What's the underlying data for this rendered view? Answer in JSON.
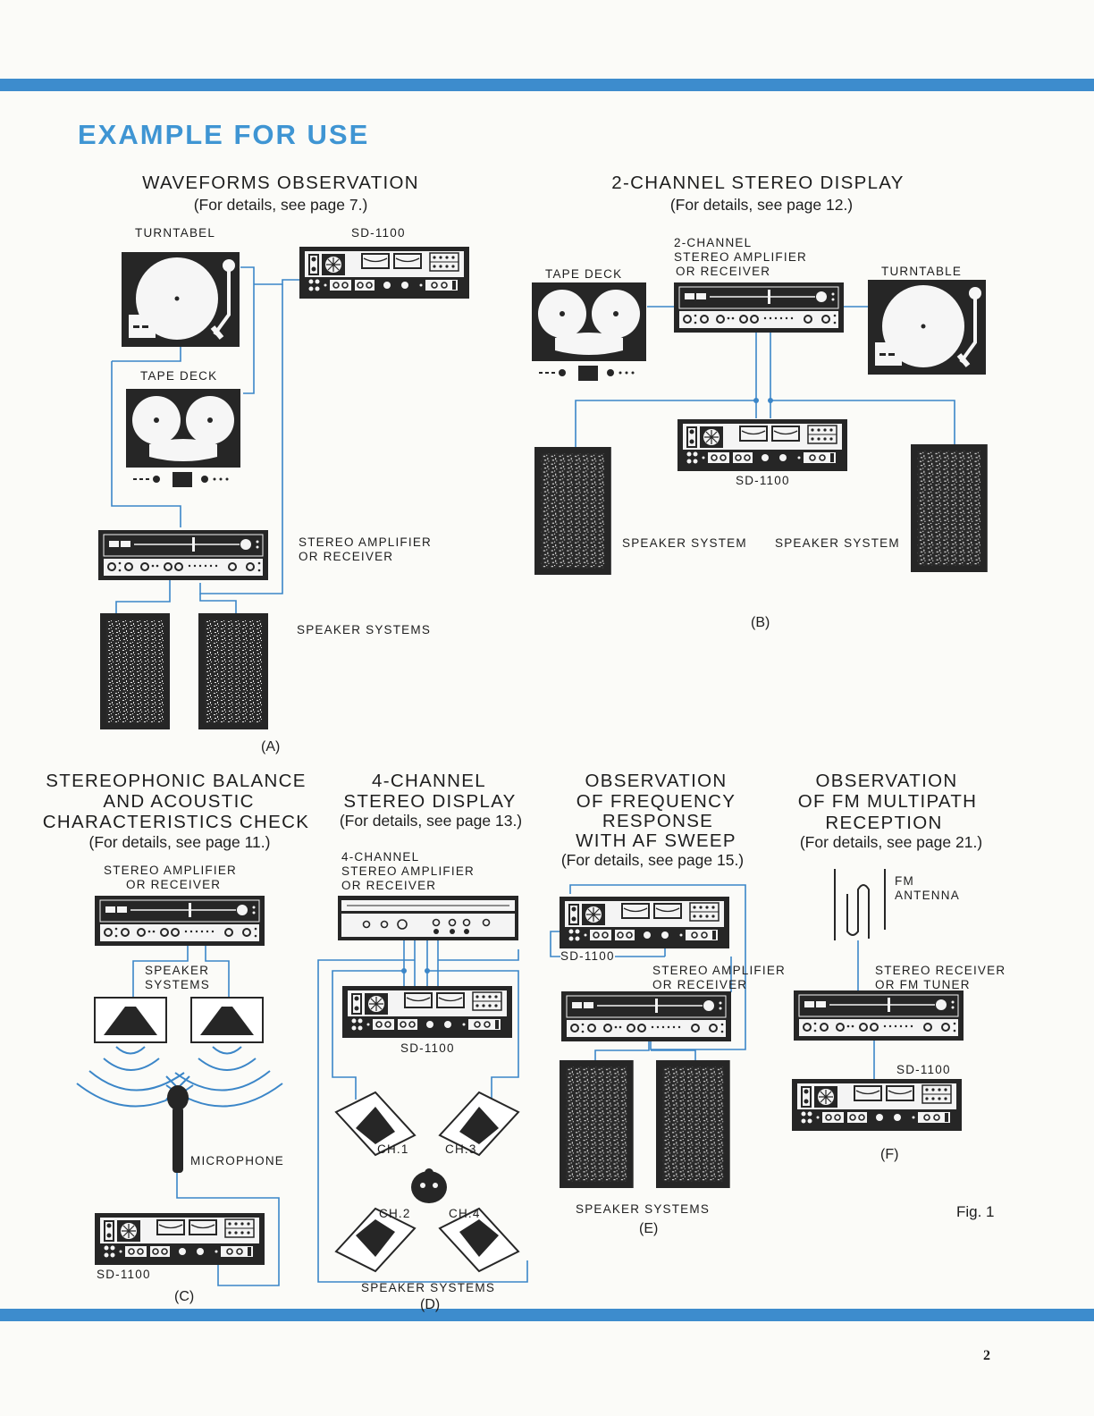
{
  "page": {
    "title": "EXAMPLE FOR USE",
    "page_number": "2",
    "figure_label": "Fig. 1",
    "colors": {
      "band": "#3d8ccd",
      "title": "#3f95d3",
      "wire": "#3b86c8"
    }
  },
  "panel_a": {
    "heading": "WAVEFORMS OBSERVATION",
    "details": "(For details, see page 7.)",
    "turntable": "TURNTABEL",
    "sd": "SD-1100",
    "tape_deck": "TAPE DECK",
    "amp_line1": "STEREO AMPLIFIER",
    "amp_line2": "OR RECEIVER",
    "speakers": "SPEAKER SYSTEMS",
    "label": "(A)"
  },
  "panel_b": {
    "heading": "2-CHANNEL STEREO DISPLAY",
    "details": "(For details, see page 12.)",
    "amp_line1": "2-CHANNEL",
    "amp_line2": "STEREO AMPLIFIER",
    "amp_line3": "OR RECEIVER",
    "tape_deck": "TAPE DECK",
    "turntable": "TURNTABLE",
    "sd": "SD-1100",
    "speaker_left": "SPEAKER SYSTEM",
    "speaker_right": "SPEAKER SYSTEM",
    "label": "(B)"
  },
  "panel_c": {
    "heading_line1": "STEREOPHONIC BALANCE",
    "heading_line2": "AND ACOUSTIC",
    "heading_line3": "CHARACTERISTICS CHECK",
    "details": "(For details, see page 11.)",
    "amp_line1": "STEREO AMPLIFIER",
    "amp_line2": "OR RECEIVER",
    "speakers_line1": "SPEAKER",
    "speakers_line2": "SYSTEMS",
    "microphone": "MICROPHONE",
    "sd": "SD-1100",
    "label": "(C)"
  },
  "panel_d": {
    "heading_line1": "4-CHANNEL",
    "heading_line2": "STEREO DISPLAY",
    "details": "(For details, see page 13.)",
    "amp_line1": "4-CHANNEL",
    "amp_line2": "STEREO AMPLIFIER",
    "amp_line3": "OR RECEIVER",
    "sd": "SD-1100",
    "ch1": "CH.1",
    "ch2": "CH.2",
    "ch3": "CH.3",
    "ch4": "CH.4",
    "speakers": "SPEAKER SYSTEMS",
    "label": "(D)"
  },
  "panel_e": {
    "heading_line1": "OBSERVATION",
    "heading_line2": "OF FREQUENCY",
    "heading_line3": "RESPONSE",
    "heading_line4": "WITH AF SWEEP",
    "details": "(For details, see page 15.)",
    "sd": "SD-1100",
    "amp_line1": "STEREO AMPLIFIER",
    "amp_line2": "OR RECEIVER",
    "speakers": "SPEAKER SYSTEMS",
    "label": "(E)"
  },
  "panel_f": {
    "heading_line1": "OBSERVATION",
    "heading_line2": "OF FM MULTIPATH",
    "heading_line3": "RECEPTION",
    "details": "(For details, see page 21.)",
    "antenna_line1": "FM",
    "antenna_line2": "ANTENNA",
    "receiver_line1": "STEREO RECEIVER",
    "receiver_line2": "OR FM TUNER",
    "sd": "SD-1100",
    "label": "(F)"
  }
}
